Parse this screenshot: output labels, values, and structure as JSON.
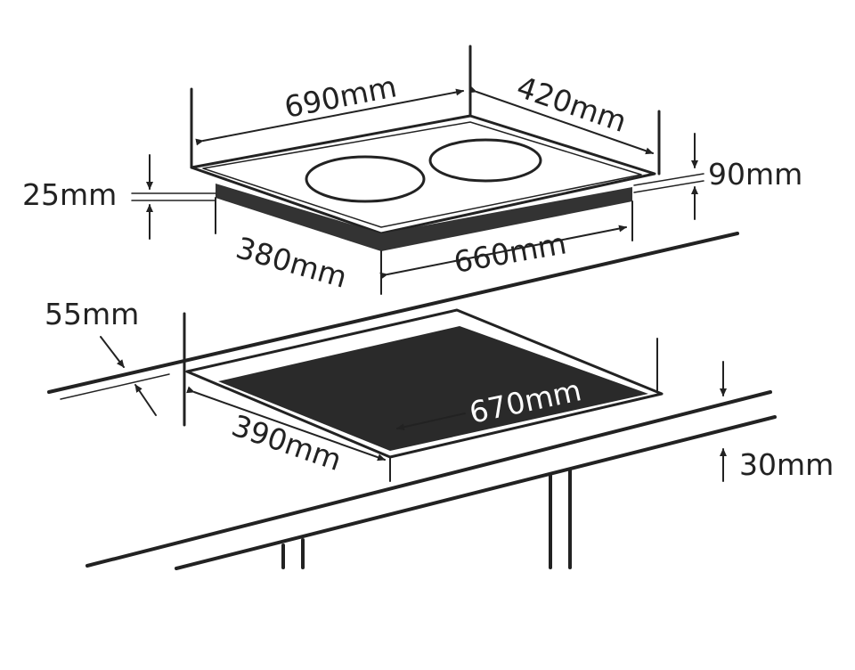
{
  "colors": {
    "ink": "#222222",
    "cutout": "#2a2a2a",
    "band": "#333333",
    "background": "#ffffff"
  },
  "hob": {
    "width_label": "690mm",
    "depth_label": "420mm",
    "thickness_label": "25mm",
    "total_height_label": "90mm",
    "body_depth_label": "380mm",
    "body_width_label": "660mm"
  },
  "cutout": {
    "edge_distance_label": "55mm",
    "width_label": "670mm",
    "depth_label": "390mm",
    "worktop_thickness_label": "30mm"
  }
}
